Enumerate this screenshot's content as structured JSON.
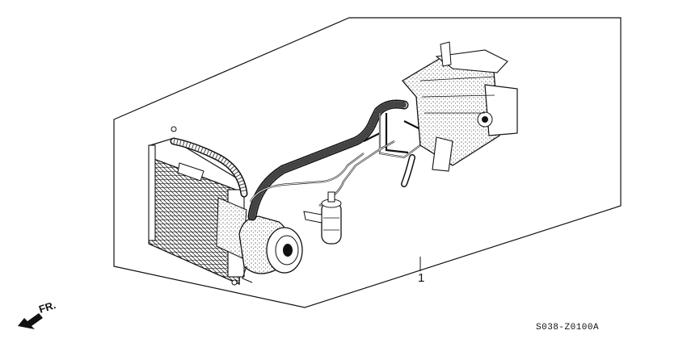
{
  "callout": {
    "number": "1"
  },
  "direction": {
    "label": "FR."
  },
  "part_code": {
    "text": "S038-Z0100A"
  }
}
